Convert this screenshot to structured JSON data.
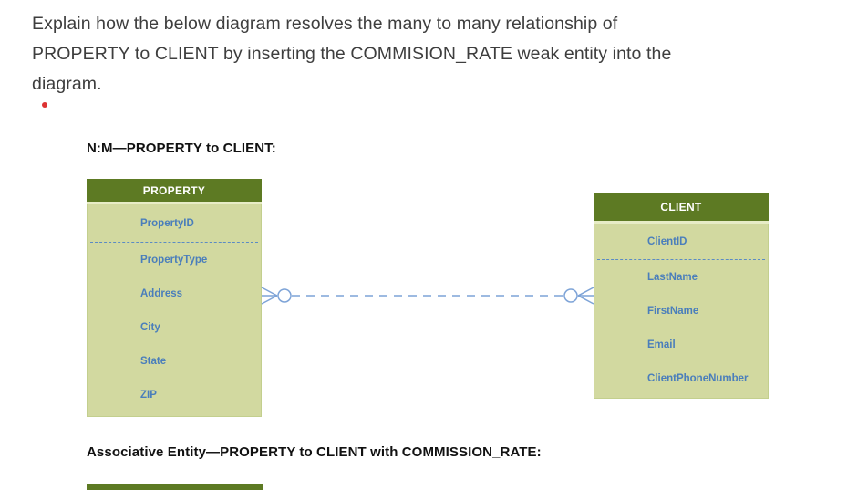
{
  "content": {
    "question_lines": [
      "Explain how the below diagram resolves the many to many relationship of",
      "PROPERTY to CLIENT by inserting the COMMISION_RATE weak entity into the",
      "diagram."
    ]
  },
  "diagram_nm": {
    "heading": "N:M—PROPERTY to CLIENT:",
    "property": {
      "title": "PROPERTY",
      "primary_key": "PropertyID",
      "attributes": [
        "PropertyType",
        "Address",
        "City",
        "State",
        "ZIP"
      ]
    },
    "client": {
      "title": "CLIENT",
      "primary_key": "ClientID",
      "attributes": [
        "LastName",
        "FirstName",
        "Email",
        "ClientPhoneNumber"
      ]
    },
    "relationship": {
      "cardinality": "N:M",
      "line_style": "dashed",
      "left_end": "zero-or-many (circle + crow's foot) at PROPERTY",
      "right_end": "zero-or-many (circle + crow's foot) at CLIENT"
    }
  },
  "diagram_assoc": {
    "heading": "Associative Entity—PROPERTY to CLIENT with COMMISSION_RATE:",
    "partial_entity_header_visible": true
  },
  "colors": {
    "entity_header": "#5d7a23",
    "entity_body": "#d2d9a0",
    "attribute_text": "#4a7ebb",
    "connector": "#7da3d7",
    "bullet": "#dd3333",
    "heading_text": "#111111",
    "question_text": "#3e3e3e"
  }
}
